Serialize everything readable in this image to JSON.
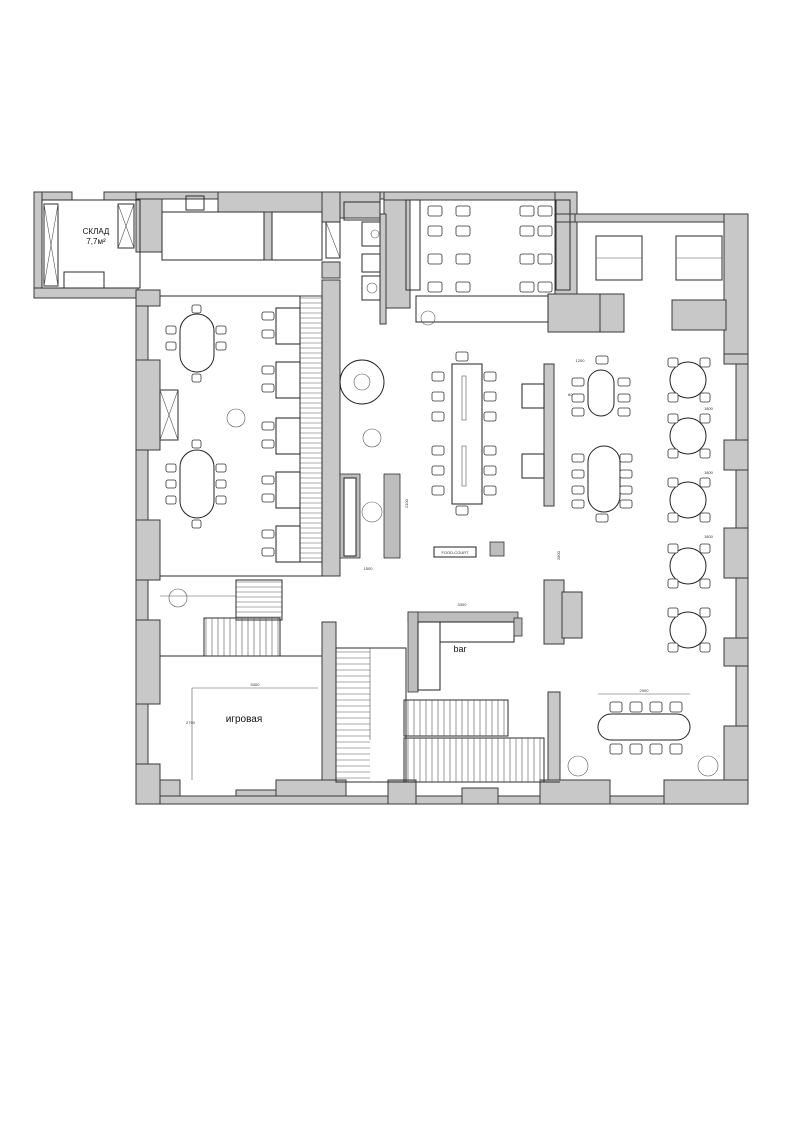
{
  "labels": {
    "storage_title": "СКЛАД",
    "storage_area": "7,7м²",
    "food_court": "FOOD-COURT",
    "bar": "bar",
    "play_room": "игровая"
  },
  "dimensions": {
    "play_width": "5300",
    "play_height": "2790",
    "bar_width": "3300",
    "counter_width": "1500",
    "counter_depth": "2100",
    "long_span": "2800",
    "d1200": "1200",
    "d600": "600",
    "d1800": "1800",
    "d2900": "2900"
  }
}
